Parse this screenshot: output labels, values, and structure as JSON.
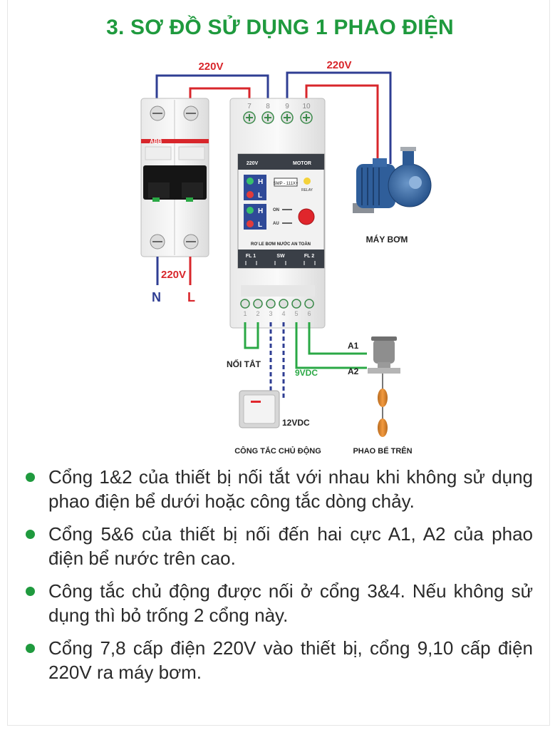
{
  "title": "3. SƠ ĐỒ SỬ DỤNG 1 PHAO ĐIỆN",
  "diagram": {
    "breaker_brand": "ABB",
    "voltage_left": "220V",
    "voltage_right": "220V",
    "voltage_bottom": "220V",
    "neutral": "N",
    "live": "L",
    "top_terminals": [
      "7",
      "8",
      "9",
      "10"
    ],
    "bottom_terminals": [
      "1",
      "2",
      "3",
      "4",
      "5",
      "6"
    ],
    "panel": {
      "label_220v": "220V",
      "label_motor": "MOTOR",
      "model": "SMP - 111X+",
      "relay": "RELAY",
      "h1": "H",
      "l1": "L",
      "h2": "H",
      "l2": "L",
      "on": "ON",
      "au": "AU",
      "name": "RƠ LE BƠM NƯỚC AN TOÀN",
      "fl1": "FL 1",
      "sw": "SW",
      "fl2": "FL 2"
    },
    "pump_label": "MÁY BƠM",
    "shorted_label": "NỐI TẮT",
    "vdc9": "9VDC",
    "vdc12": "12VDC",
    "a1": "A1",
    "a2": "A2",
    "switch_label": "CÔNG TẮC CHỦ ĐỘNG",
    "float_label": "PHAO BỂ TRÊN"
  },
  "colors": {
    "accent": "#1f9a3e",
    "wire_blue": "#2f3e93",
    "wire_red": "#d8262b",
    "wire_green": "#2aa845"
  },
  "notes": [
    "Cổng 1&2 của thiết bị nối tắt với nhau khi không sử dụng phao điện bể dưới hoặc công tắc dòng chảy.",
    "Cổng 5&6 của thiết bị nối đến hai cực A1, A2  của phao điện bể nước trên cao.",
    "Công tắc chủ động được nối ở cổng 3&4. Nếu không sử dụng thì bỏ trống 2 cổng này.",
    "Cổng 7,8 cấp điện 220V vào thiết bị, cổng 9,10 cấp điện 220V ra máy bơm."
  ]
}
